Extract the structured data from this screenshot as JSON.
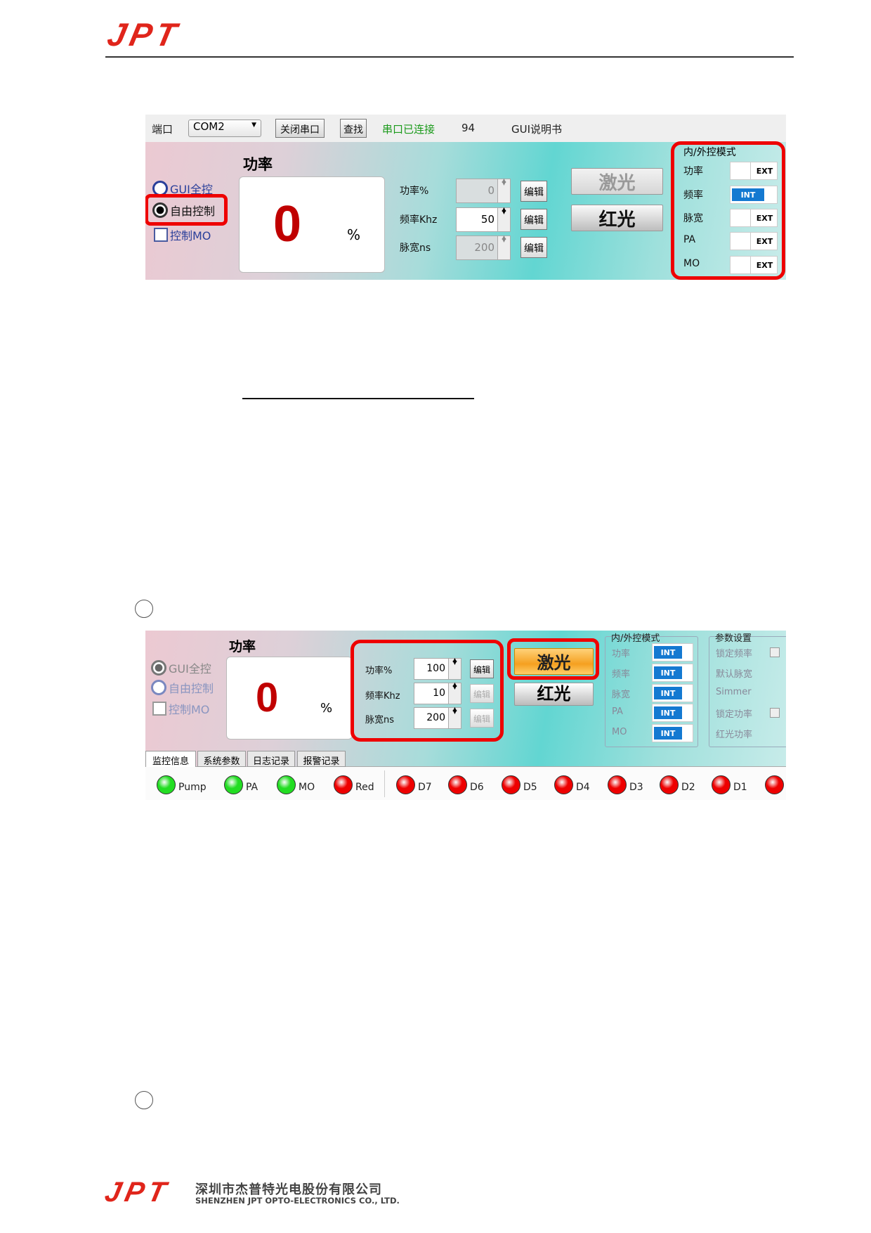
{
  "header": {
    "logo": "JPT"
  },
  "panel1": {
    "toolbar": {
      "port_label": "端口",
      "port_value": "COM2",
      "close_port": "关闭串口",
      "find": "查找",
      "status": "串口已连接",
      "count": "94",
      "manual": "GUI说明书"
    },
    "power_title": "功率",
    "modes": [
      {
        "label": "GUI全控",
        "state": "off"
      },
      {
        "label": "自由控制",
        "state": "on"
      },
      {
        "label": "控制MO",
        "state": "unchecked"
      }
    ],
    "display": {
      "value": "0",
      "unit": "%"
    },
    "params": [
      {
        "label": "功率%",
        "value": "0",
        "enabled": false
      },
      {
        "label": "频率Khz",
        "value": "50",
        "enabled": true
      },
      {
        "label": "脉宽ns",
        "value": "200",
        "enabled": false
      }
    ],
    "edit_label": "编辑",
    "laser_button": "激光",
    "red_button": "红光",
    "control_group": {
      "title": "内/外控模式",
      "rows": [
        {
          "label": "功率",
          "mode": "EXT"
        },
        {
          "label": "频率",
          "mode": "INT"
        },
        {
          "label": "脉宽",
          "mode": "EXT"
        },
        {
          "label": "PA",
          "mode": "EXT"
        },
        {
          "label": "MO",
          "mode": "EXT"
        }
      ]
    }
  },
  "panel2": {
    "power_title": "功率",
    "modes": [
      {
        "label": "GUI全控",
        "state": "on"
      },
      {
        "label": "自由控制",
        "state": "off"
      },
      {
        "label": "控制MO",
        "state": "unchecked"
      }
    ],
    "display": {
      "value": "0",
      "unit": "%"
    },
    "params": [
      {
        "label": "功率%",
        "value": "100"
      },
      {
        "label": "频率Khz",
        "value": "10"
      },
      {
        "label": "脉宽ns",
        "value": "200"
      }
    ],
    "edit_label": "编辑",
    "laser_button": "激光",
    "red_button": "红光",
    "control_group": {
      "title": "内/外控模式",
      "rows": [
        {
          "label": "功率",
          "mode": "INT"
        },
        {
          "label": "频率",
          "mode": "INT"
        },
        {
          "label": "脉宽",
          "mode": "INT"
        },
        {
          "label": "PA",
          "mode": "INT"
        },
        {
          "label": "MO",
          "mode": "INT"
        }
      ]
    },
    "settings_group": {
      "title": "参数设置",
      "items": [
        "锁定频率",
        "默认脉宽",
        "Simmer",
        "锁定功率",
        "红光功率"
      ]
    },
    "tabs": [
      "监控信息",
      "系统参数",
      "日志记录",
      "报警记录"
    ],
    "leds": [
      {
        "label": "Pump",
        "color": "#22dd22"
      },
      {
        "label": "PA",
        "color": "#22dd22"
      },
      {
        "label": "MO",
        "color": "#22dd22"
      },
      {
        "label": "Red",
        "color": "#ee0000"
      },
      {
        "label": "D7",
        "color": "#ee0000"
      },
      {
        "label": "D6",
        "color": "#ee0000"
      },
      {
        "label": "D5",
        "color": "#ee0000"
      },
      {
        "label": "D4",
        "color": "#ee0000"
      },
      {
        "label": "D3",
        "color": "#ee0000"
      },
      {
        "label": "D2",
        "color": "#ee0000"
      },
      {
        "label": "D1",
        "color": "#ee0000"
      },
      {
        "label": "",
        "color": "#ee0000"
      }
    ]
  },
  "footer": {
    "logo": "JPT",
    "company_cn": "深圳市杰普特光电股份有限公司",
    "company_en": "SHENZHEN JPT OPTO-ELECTRONICS CO., LTD."
  }
}
